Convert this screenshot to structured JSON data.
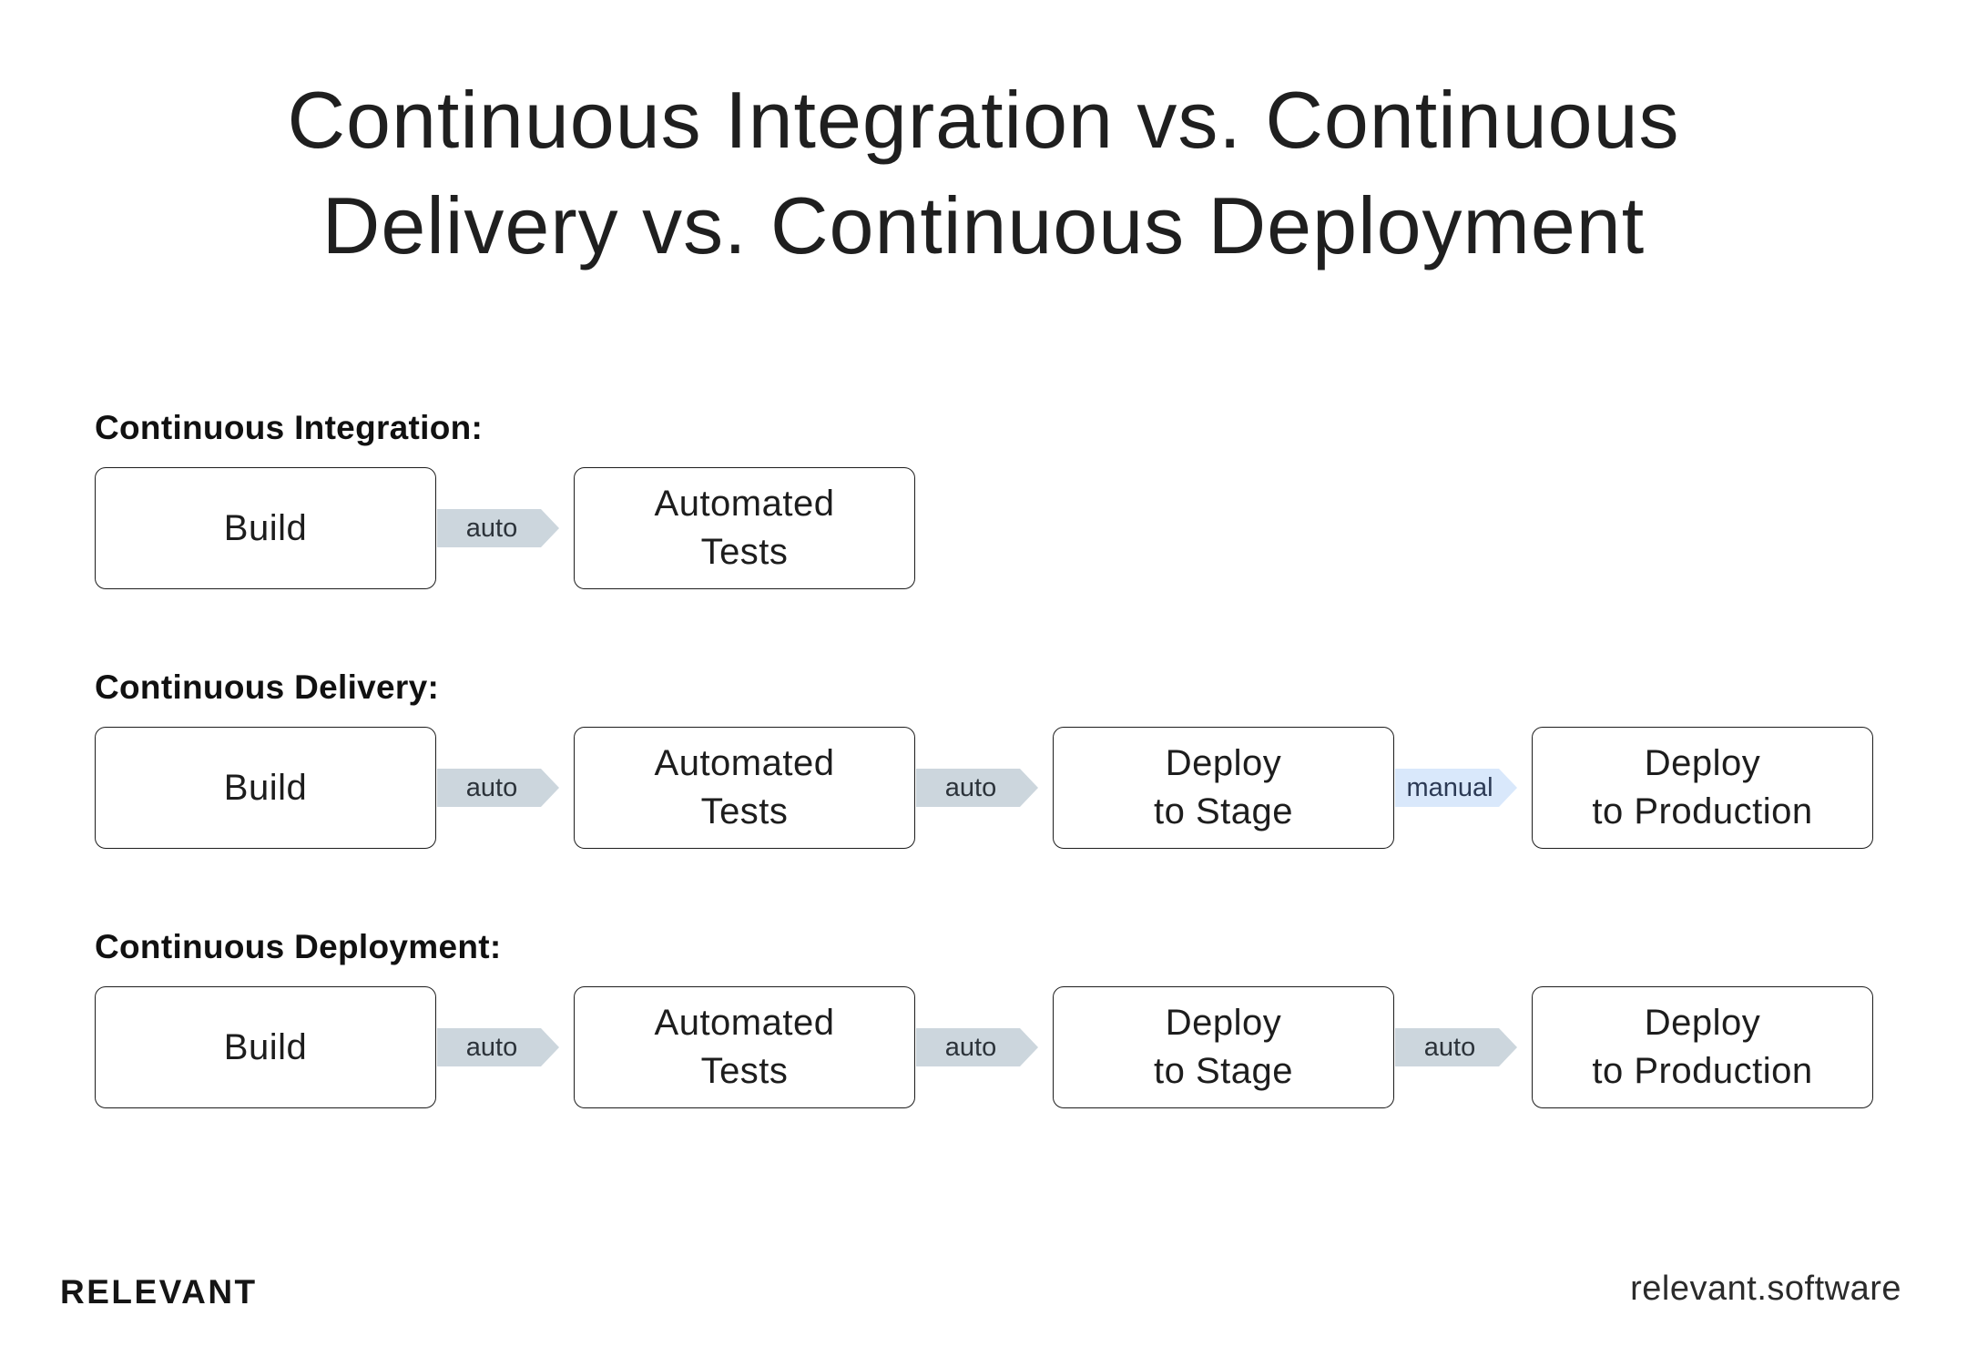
{
  "title": {
    "line1": "Continuous Integration vs. Continuous",
    "line2": "Delivery vs. Continuous Deployment"
  },
  "colors": {
    "auto_fill": "#ccd6dd",
    "auto_text": "#2c333a",
    "manual_fill": "#d9e8fb",
    "manual_text": "#2c3a55"
  },
  "sections": [
    {
      "label": "Continuous Integration:",
      "steps": [
        {
          "label": "Build"
        },
        {
          "label": "Automated\nTests"
        }
      ],
      "connectors": [
        {
          "type": "auto",
          "label": "auto"
        }
      ]
    },
    {
      "label": "Continuous Delivery:",
      "steps": [
        {
          "label": "Build"
        },
        {
          "label": "Automated\nTests"
        },
        {
          "label": "Deploy\nto Stage"
        },
        {
          "label": "Deploy\nto Production"
        }
      ],
      "connectors": [
        {
          "type": "auto",
          "label": "auto"
        },
        {
          "type": "auto",
          "label": "auto"
        },
        {
          "type": "manual",
          "label": "manual"
        }
      ]
    },
    {
      "label": "Continuous Deployment:",
      "steps": [
        {
          "label": "Build"
        },
        {
          "label": "Automated\nTests"
        },
        {
          "label": "Deploy\nto Stage"
        },
        {
          "label": "Deploy\nto Production"
        }
      ],
      "connectors": [
        {
          "type": "auto",
          "label": "auto"
        },
        {
          "type": "auto",
          "label": "auto"
        },
        {
          "type": "auto",
          "label": "auto"
        }
      ]
    }
  ],
  "footer": {
    "logo": "RELEVANT",
    "website": "relevant.software"
  }
}
